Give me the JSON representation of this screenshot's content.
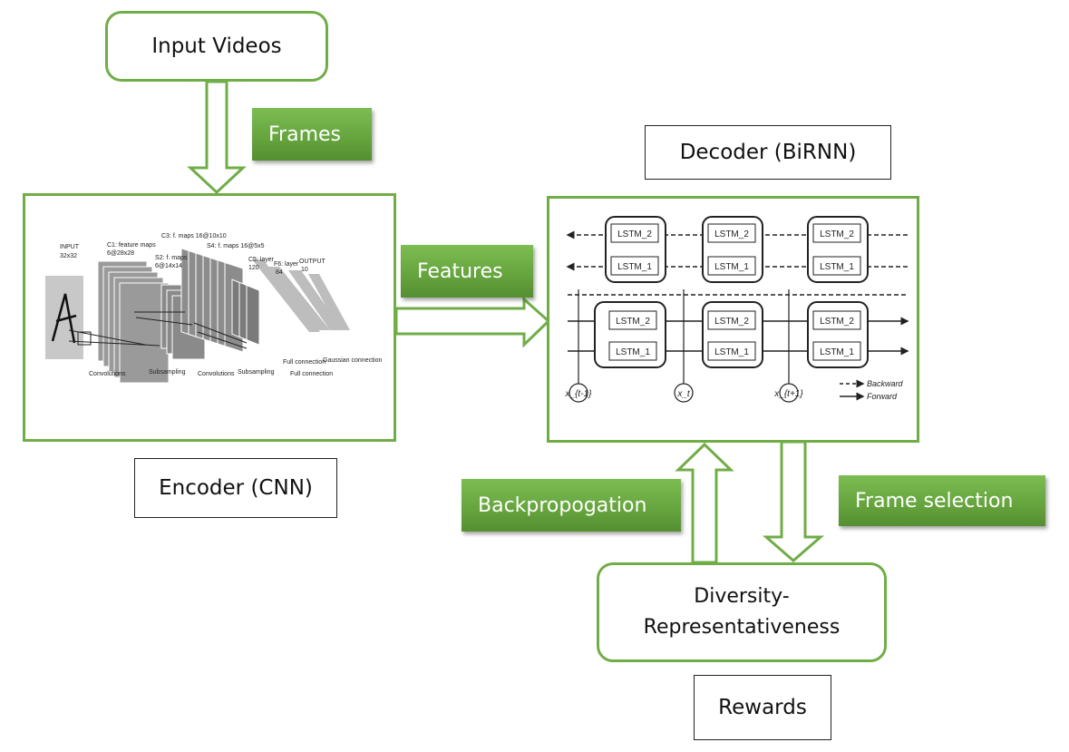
{
  "input_box": {
    "label": "Input Videos"
  },
  "frames_label": "Frames",
  "encoder": {
    "caption": "Encoder (CNN)",
    "lenet": {
      "input": "INPUT",
      "input_size": "32x32",
      "c1": "C1: feature maps",
      "c1_size": "6@28x28",
      "s2": "S2: f. maps",
      "s2_size": "6@14x14",
      "c3": "C3: f. maps 16@10x10",
      "s4": "S4: f. maps 16@5x5",
      "c5": "C5: layer",
      "c5_size": "120",
      "f6": "F6: layer",
      "f6_size": "84",
      "output": "OUTPUT",
      "output_size": "10",
      "bottom_convolutions_1": "Convolutions",
      "bottom_subsampling_1": "Subsampling",
      "bottom_convolutions_2": "Convolutions",
      "bottom_subsampling_2": "Subsampling",
      "bottom_full_1": "Full connection",
      "bottom_full_2": "Full connection",
      "bottom_gaussian": "Gaussian connection"
    }
  },
  "features_label": "Features",
  "decoder": {
    "caption": "Decoder (BiRNN)",
    "lstm2": "LSTM_2",
    "lstm1": "LSTM_1",
    "x_labels": [
      "x_{t-1}",
      "x_t",
      "x_{t+1}"
    ],
    "legend_backward": "Backward",
    "legend_forward": "Forward"
  },
  "backprop_label": "Backpropogation",
  "frame_selection_label": "Frame selection",
  "reward_box": {
    "line1": "Diversity-",
    "line2": "Representativeness"
  },
  "rewards_caption": "Rewards",
  "colors": {
    "accent_green": "#70ad47",
    "label_green": "#65a33d"
  }
}
